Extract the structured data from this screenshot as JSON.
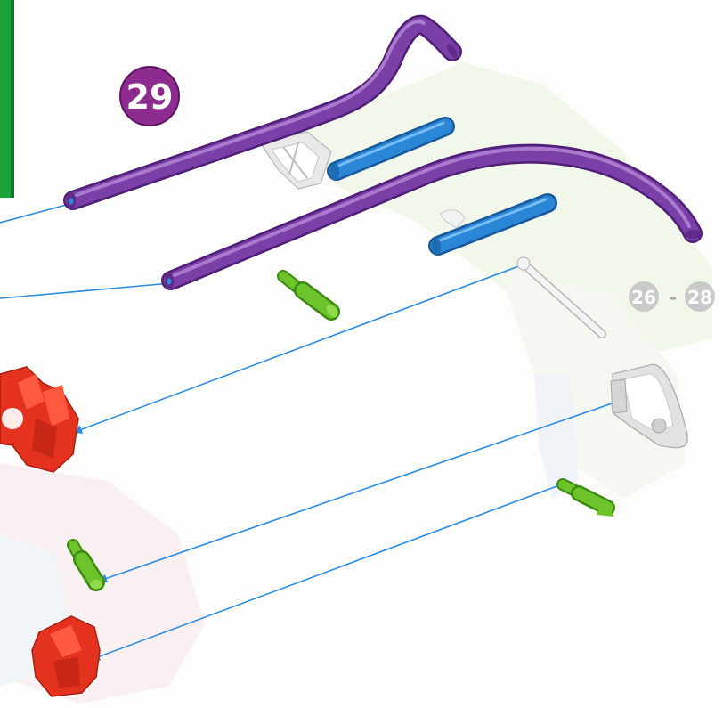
{
  "step": {
    "number": "29",
    "badge_color": "#8e2b8f"
  },
  "reference": {
    "from": "26",
    "dash": "-",
    "to": "28",
    "badge_color": "#c9c9c9"
  },
  "colors": {
    "purple_rod": "#7b3fa8",
    "blue_rod": "#2a86d6",
    "green_connector": "#6cc42a",
    "red_part": "#e5321f",
    "white_part": "#e6e6e6",
    "arrow": "#2a8be3",
    "green_edge_bar": "#1aa33a"
  }
}
